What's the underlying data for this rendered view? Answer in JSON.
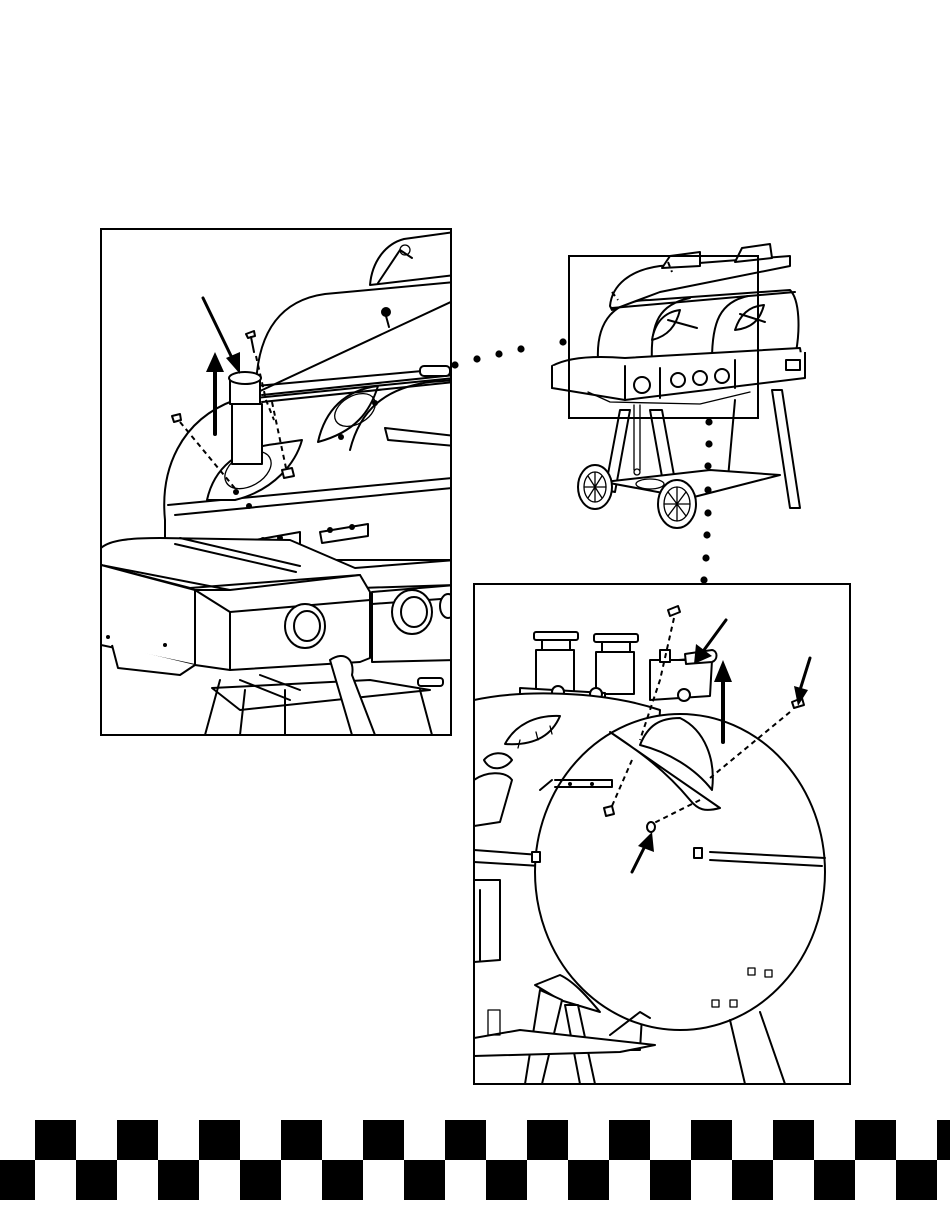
{
  "figure": {
    "panels": [
      {
        "id": "detail-left",
        "subject": "grill-lid-vent-assembly"
      },
      {
        "id": "overview",
        "subject": "combo-grill-smoker-cart"
      },
      {
        "id": "detail-right",
        "subject": "smoker-firebox-vent-assembly"
      }
    ],
    "icons": {
      "lift": "up-arrow-icon",
      "pointer": "pointer-arrow-icon",
      "screw": "screw-icon",
      "leader": "dotted-leader-icon"
    },
    "colors": {
      "line": "#000000",
      "background": "#ffffff",
      "checker": "#000000"
    }
  }
}
